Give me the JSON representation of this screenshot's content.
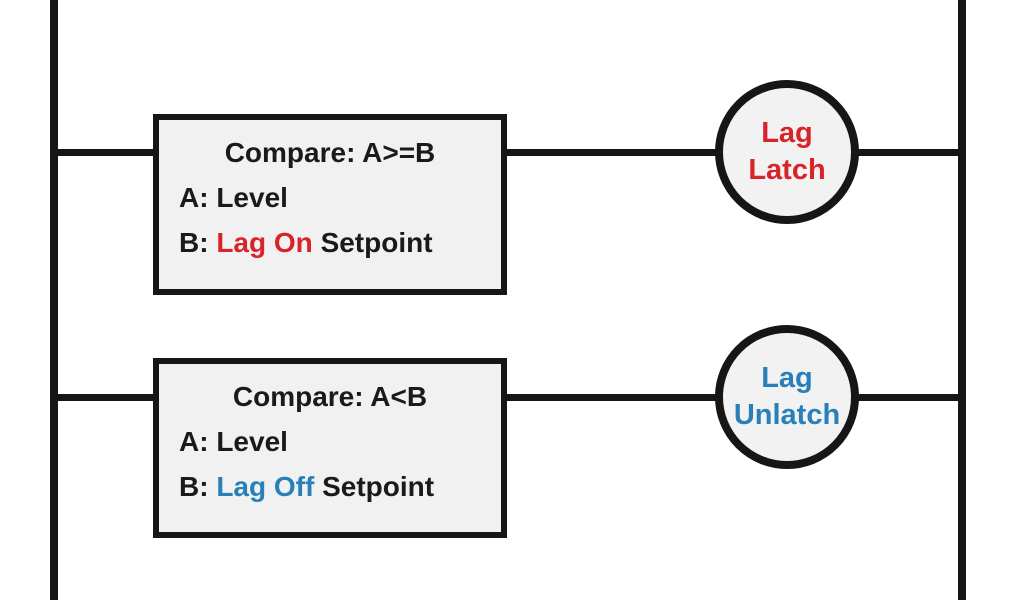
{
  "diagram": {
    "type": "plc-ladder-logic",
    "colors": {
      "line_black": "#161616",
      "block_fill": "#f1f1f1",
      "coil_fill": "#f2f2f2",
      "red_accent": "#d8232a",
      "blue_accent": "#2980b9",
      "text_black": "#1a1a1a"
    },
    "rungs": [
      {
        "compare_title": "Compare: A>=B",
        "operand_a_label": "A:",
        "operand_a_value": "Level",
        "operand_b_label": "B:",
        "operand_b_highlight": "Lag On",
        "operand_b_suffix": "Setpoint",
        "coil_line1": "Lag",
        "coil_line2": "Latch",
        "accent_color": "#d8232a"
      },
      {
        "compare_title": "Compare: A<B",
        "operand_a_label": "A:",
        "operand_a_value": "Level",
        "operand_b_label": "B:",
        "operand_b_highlight": "Lag Off",
        "operand_b_suffix": "Setpoint",
        "coil_line1": "Lag",
        "coil_line2": "Unlatch",
        "accent_color": "#2980b9"
      }
    ]
  }
}
